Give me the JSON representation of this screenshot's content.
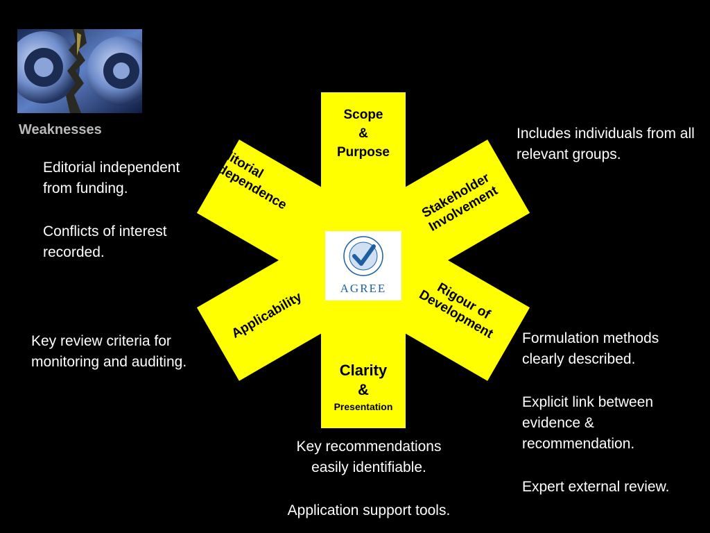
{
  "colors": {
    "background": "#000000",
    "star": "#ffff00",
    "heading": "#b9b9b9",
    "text": "#ffffff",
    "logo_blue": "#1d5fa0"
  },
  "image": {
    "icon": "gears-icon"
  },
  "heading": "Weaknesses",
  "star": {
    "arms": {
      "top": [
        "Scope",
        "&",
        "Purpose"
      ],
      "upper_left": [
        "Editorial",
        "Independence"
      ],
      "upper_right": [
        "Stakeholder",
        "Involvement"
      ],
      "lower_left": [
        "Applicability"
      ],
      "lower_right": [
        "Rigour of",
        "Development"
      ],
      "bottom": [
        "Clarity",
        "&",
        "Presentation"
      ]
    },
    "logo": {
      "icon": "agree-checkmark-icon",
      "text": "AGREE"
    }
  },
  "notes": {
    "editorial": [
      "Editorial independent\nfrom funding.",
      "Conflicts of interest\nrecorded."
    ],
    "stakeholder": [
      "Includes individuals from all\nrelevant groups."
    ],
    "applicability": [
      "Key review criteria for\nmonitoring and auditing."
    ],
    "rigour": [
      "Formulation methods\nclearly described.",
      "Explicit link between\nevidence &\nrecommendation.",
      "Expert external review."
    ],
    "clarity": [
      "Key recommendations\neasily identifiable.",
      "Application support tools."
    ]
  }
}
